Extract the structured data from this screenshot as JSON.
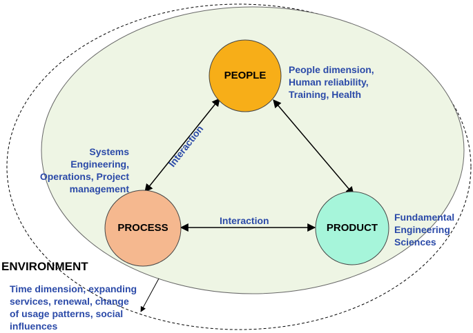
{
  "environment": {
    "title": "ENVIRONMENT",
    "description": [
      "Time dimension, expanding",
      "services, renewal, change",
      "of usage patterns, social",
      "influences"
    ]
  },
  "nodes": {
    "people": {
      "label": "PEOPLE",
      "color": "#f7ae18",
      "description": [
        "People dimension,",
        "Human reliability,",
        "Training, Health"
      ]
    },
    "process": {
      "label": "PROCESS",
      "color": "#f5b88f",
      "description": [
        "Systems",
        "Engineering,",
        "Operations, Project",
        "management"
      ]
    },
    "product": {
      "label": "PRODUCT",
      "color": "#a6f5da",
      "description": [
        "Fundamental",
        "Engineering",
        "Sciences"
      ]
    }
  },
  "interactions": {
    "people_process": "Interaction",
    "process_product": "Interaction"
  },
  "colors": {
    "inner_ellipse": "#eef5e4",
    "text_blue": "#2b4aa8"
  }
}
